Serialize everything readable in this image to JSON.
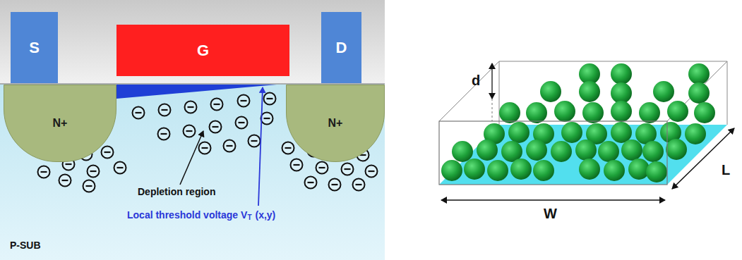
{
  "diagram": {
    "nodes": [
      {
        "text": [
          "S"
        ]
      },
      {
        "text": [
          "G"
        ]
      },
      {
        "text": [
          "D"
        ]
      },
      {
        "text": [
          "N+"
        ]
      },
      {
        "text": [
          "N+"
        ]
      }
    ],
    "labels": [
      "Depletion region",
      "Local threshold voltage V",
      "T",
      "(x,y)",
      "P-SUB",
      "d",
      "W",
      "L"
    ]
  }
}
